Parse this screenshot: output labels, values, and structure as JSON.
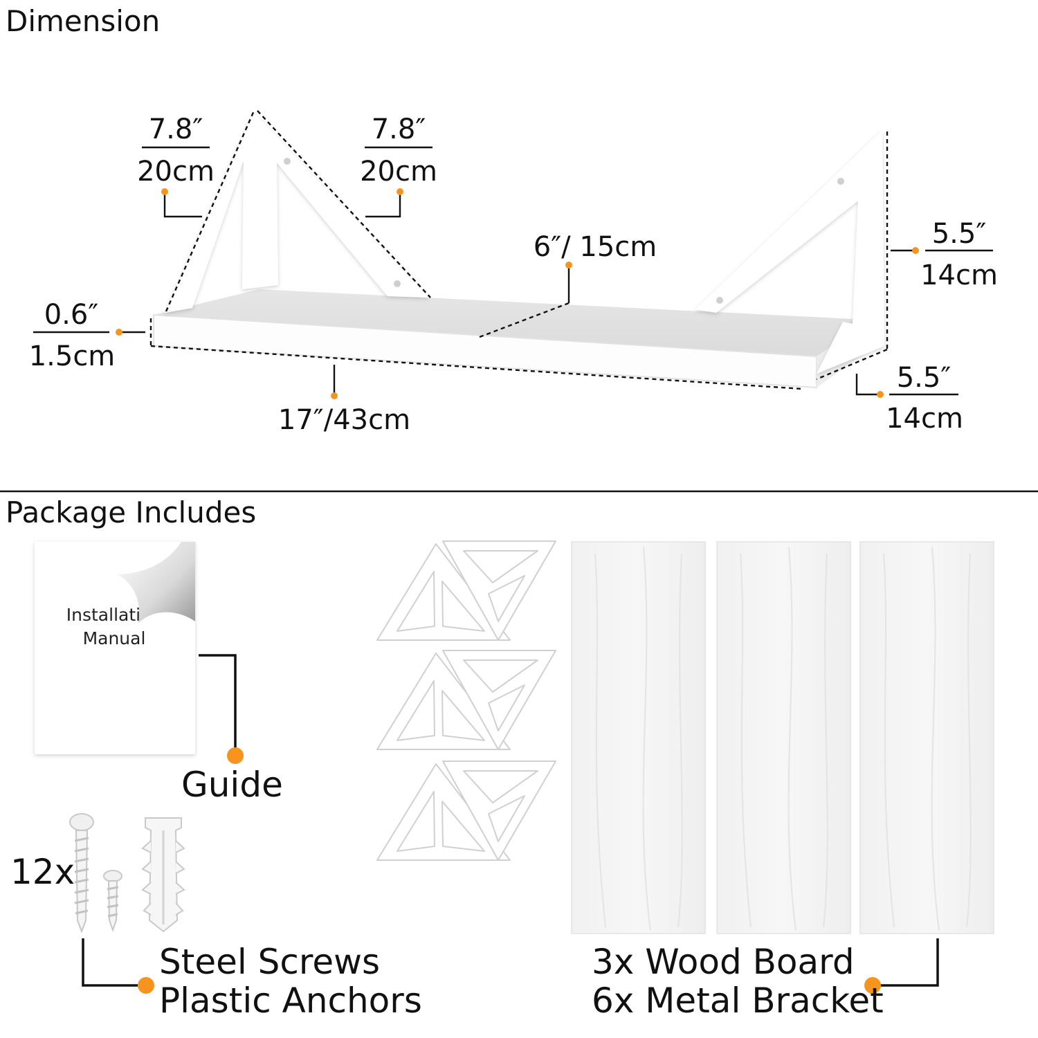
{
  "sections": {
    "dimension_title": "Dimension",
    "package_title": "Package Includes"
  },
  "dimensions": {
    "left_bracket_outer": {
      "inch": "7.8″",
      "cm": "20cm"
    },
    "left_bracket_inner": {
      "inch": "7.8″",
      "cm": "20cm"
    },
    "board_depth": "6″/ 15cm",
    "bracket_height": {
      "inch": "5.5″",
      "cm": "14cm"
    },
    "bracket_depth": {
      "inch": "5.5″",
      "cm": "14cm"
    },
    "board_thickness": {
      "inch": "0.6″",
      "cm": "1.5cm"
    },
    "board_length": "17″/43cm"
  },
  "package": {
    "manual_title": "Installation",
    "manual_subtitle": "Manual",
    "guide_label": "Guide",
    "hardware_count": "12x",
    "hardware_line1": "Steel Screws",
    "hardware_line2": "Plastic Anchors",
    "boards_line1": "3x Wood Board",
    "boards_line2": "6x Metal Bracket"
  },
  "colors": {
    "accent": "#f7941d",
    "line": "#111111",
    "product_white": "#ffffff",
    "board_grain": "#e9e9e9"
  }
}
